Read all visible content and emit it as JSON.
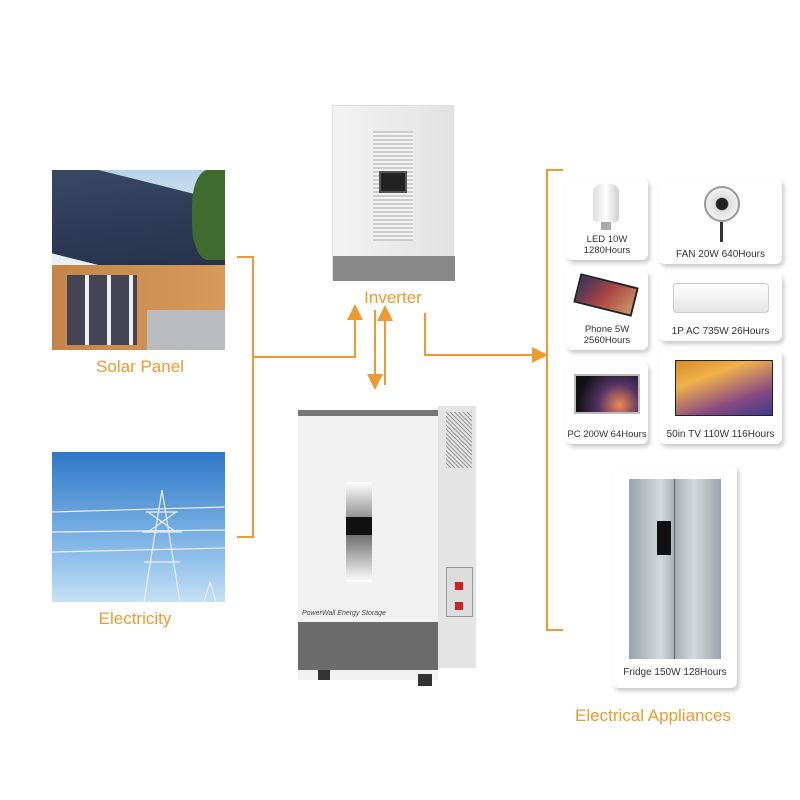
{
  "accent_color": "#ee9a2e",
  "sources": [
    {
      "label": "Solar Panel",
      "icon": "solar-roof-photo"
    },
    {
      "label": "Electricity",
      "icon": "power-tower-photo"
    }
  ],
  "inverter": {
    "label": "Inverter"
  },
  "battery": {
    "brand_text": "PowerWall Energy Storage"
  },
  "appliances": {
    "title": "Electrical Appliances",
    "items": [
      {
        "label": "LED 10W",
        "label2": "1280Hours"
      },
      {
        "label": "FAN 20W 640Hours"
      },
      {
        "label": "Phone 5W",
        "label2": "2560Hours"
      },
      {
        "label": "1P AC 735W 26Hours"
      },
      {
        "label": "PC 200W 64Hours"
      },
      {
        "label": "50in TV 110W 116Hours"
      },
      {
        "label": "Fridge 150W 128Hours"
      }
    ]
  }
}
